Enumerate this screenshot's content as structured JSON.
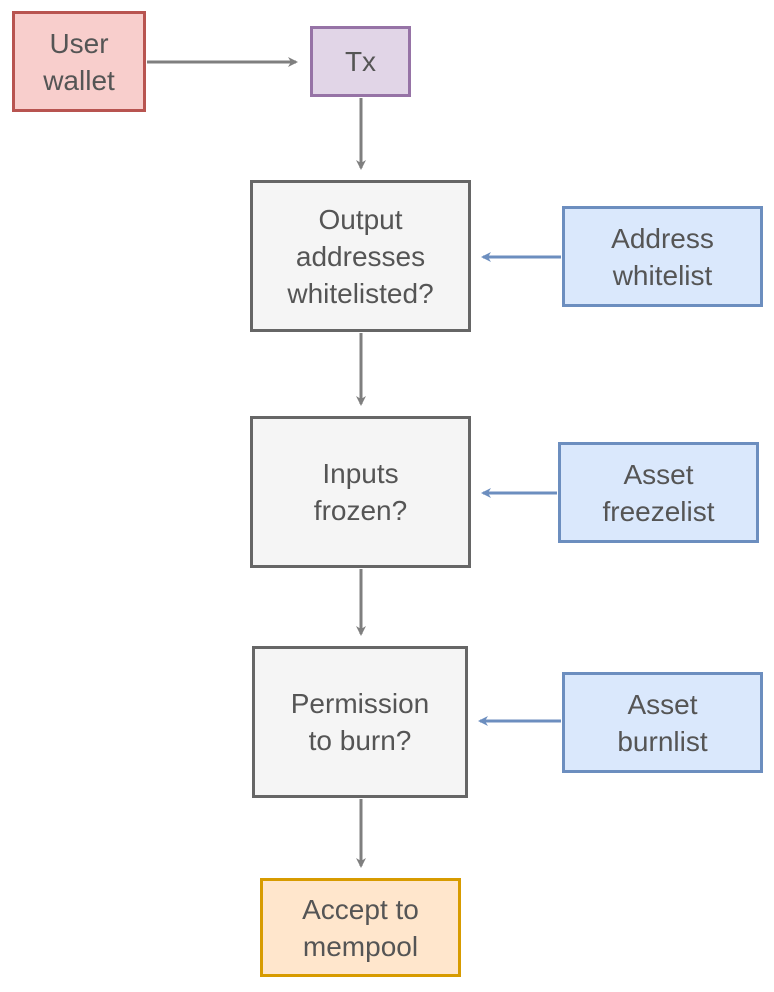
{
  "colors": {
    "edge": "#7f7f7f",
    "edge_blue": "#6c8ebf",
    "red_fill": "#f8cecc",
    "red_stroke": "#b85450",
    "purple_fill": "#e1d5e7",
    "purple_stroke": "#9673a6",
    "gray_fill": "#f5f5f5",
    "gray_stroke": "#666666",
    "blue_fill": "#dae8fc",
    "blue_stroke": "#6c8ebf",
    "orange_fill": "#ffe6cc",
    "orange_stroke": "#d79b00"
  },
  "nodes": {
    "user_wallet": {
      "line1": "User",
      "line2": "wallet"
    },
    "tx": {
      "line1": "Tx"
    },
    "output_check": {
      "line1": "Output",
      "line2": "addresses",
      "line3": "whitelisted?"
    },
    "address_whitelist": {
      "line1": "Address",
      "line2": "whitelist"
    },
    "inputs_check": {
      "line1": "Inputs",
      "line2": "frozen?"
    },
    "asset_freezelist": {
      "line1": "Asset",
      "line2": "freezelist"
    },
    "burn_check": {
      "line1": "Permission",
      "line2": "to burn?"
    },
    "asset_burnlist": {
      "line1": "Asset",
      "line2": "burnlist"
    },
    "accept": {
      "line1": "Accept to",
      "line2": "mempool"
    }
  }
}
